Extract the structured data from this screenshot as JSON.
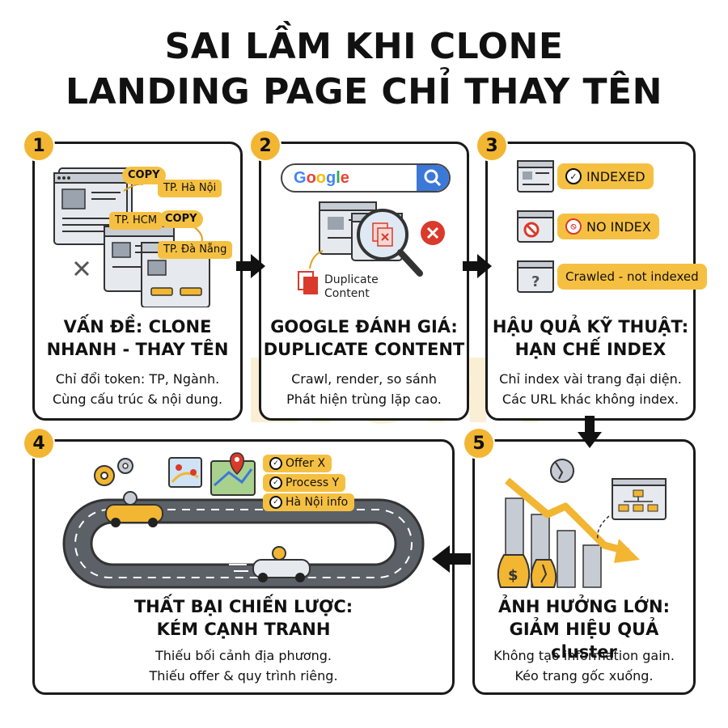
{
  "title_line1": "SAI LẦM KHI CLONE",
  "title_line2": "LANDING PAGE CHỈ THAY TÊN",
  "colors": {
    "accent": "#f2b633",
    "border": "#1a1a1a",
    "google_blue": "#3b78d8",
    "red": "#d93a2b"
  },
  "card1": {
    "number": "1",
    "title_line1": "VẤN ĐỀ: CLONE",
    "title_line2": "NHANH - THAY TÊN",
    "desc_line1": "Chỉ đổi token: TP, Ngành.",
    "desc_line2": "Cùng cấu trúc & nội dung.",
    "tag_copy1": "COPY",
    "tag_copy2": "COPY",
    "tag_hanoi": "TP. Hà Nội",
    "tag_hcm": "TP. HCM",
    "tag_danang": "TP. Đà Nẵng"
  },
  "card2": {
    "number": "2",
    "title_line1": "GOOGLE ĐÁNH GIÁ:",
    "title_line2": "DUPLICATE CONTENT",
    "desc_line1": "Crawl, render, so sánh",
    "desc_line2": "Phát hiện trùng lặp cao.",
    "google_logo": "Google",
    "duplicate_label_line1": "Duplicate",
    "duplicate_label_line2": "Content"
  },
  "card3": {
    "number": "3",
    "title_line1": "HẬU QUẢ KỸ THUẬT:",
    "title_line2": "HẠN CHẾ INDEX",
    "desc_line1": "Chỉ index vài trang đại diện.",
    "desc_line2": "Các URL khác không index.",
    "status_indexed": "INDEXED",
    "status_noindex": "NO INDEX",
    "status_crawled": "Crawled - not indexed"
  },
  "card4": {
    "number": "4",
    "title_line1": "THẤT BẠI CHIẾN LƯỢC:",
    "title_line2": "KÉM CẠNH TRANH",
    "desc_line1": "Thiếu bối cảnh địa phương.",
    "desc_line2": "Thiếu offer & quy trình riêng.",
    "check1": "Offer X",
    "check2": "Process Y",
    "check3": "Hà Nội info"
  },
  "card5": {
    "number": "5",
    "title_line1": "ẢNH HƯỞNG LỚN:",
    "title_line2": "GIẢM HIỆU QUẢ cluster",
    "desc_line1": "Không tạo information gain.",
    "desc_line2": "Kéo trang gốc xuống."
  }
}
